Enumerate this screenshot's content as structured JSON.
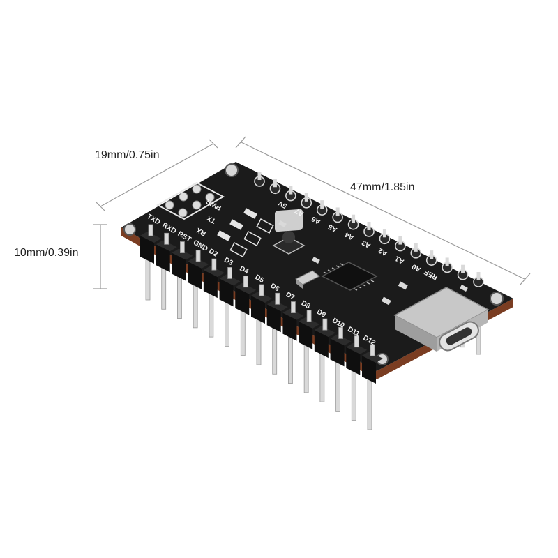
{
  "dimensions": {
    "width": "19mm/0.75in",
    "length": "47mm/1.85in",
    "height": "10mm/0.39in"
  },
  "board": {
    "silkscreen_top": [
      "5V",
      "A7",
      "A6",
      "A5",
      "A4",
      "A3",
      "A2",
      "A1",
      "A0",
      "REF"
    ],
    "silkscreen_bottom": [
      "TXD",
      "RXD",
      "RST",
      "GND",
      "D2",
      "D3",
      "D4",
      "D5",
      "D6",
      "D7",
      "D8",
      "D9",
      "D10",
      "D11",
      "D12"
    ],
    "led_labels": [
      "PWR",
      "TX",
      "RX"
    ],
    "colors": {
      "pcb": "#1b1b1b",
      "pcb_edge": "#7a3d22",
      "header": "#0f0f0f",
      "pin": "#d9d9d9",
      "usb": "#c8c8c8",
      "dimension_line": "#9a9a9a"
    },
    "icons": [
      "usb-c-connector",
      "reset-button",
      "microcontroller-chip",
      "pin-header"
    ]
  }
}
